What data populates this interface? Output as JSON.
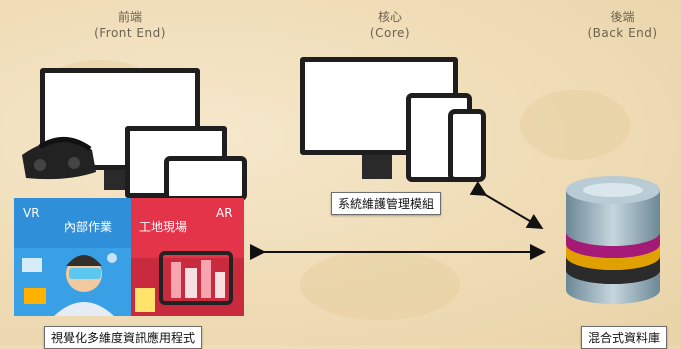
{
  "columns": {
    "frontend": {
      "title": "前端",
      "subtitle": "(Front End)"
    },
    "core": {
      "title": "核心",
      "subtitle": "(Core)"
    },
    "backend": {
      "title": "後端",
      "subtitle": "(Back End)"
    }
  },
  "labels": {
    "core_module": "系統維護管理模組",
    "frontend_app": "視覺化多維度資訊應用程式",
    "database": "混合式資料庫"
  },
  "panels": {
    "vr_tag": "VR",
    "vr_title": "內部作業",
    "ar_tag": "AR",
    "ar_title": "工地現場"
  },
  "colors": {
    "vr_panel": "#2f8fd8",
    "ar_panel": "#e4344a",
    "arrow": "#111111"
  }
}
